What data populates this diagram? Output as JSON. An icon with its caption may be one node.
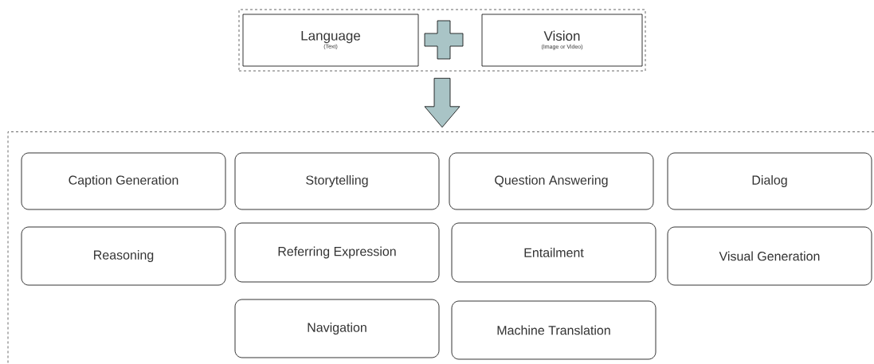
{
  "diagram": {
    "nodes": [
      {
        "text": [],
        "shape": "box"
      },
      {
        "text": [
          "Language",
          "(Text)"
        ],
        "in": 0
      },
      {
        "text": [
          "Vision",
          "(Image or Video)"
        ],
        "in": 0
      },
      {
        "text": [],
        "shape": "box"
      },
      {
        "text": [
          "Caption Generation"
        ],
        "in": 3
      },
      {
        "text": [
          "Storytelling"
        ],
        "in": 3
      },
      {
        "text": [
          "Question Answering"
        ],
        "in": 3
      },
      {
        "text": [
          "Dialog"
        ],
        "in": 3
      },
      {
        "text": [
          "Reasoning"
        ],
        "in": 3
      },
      {
        "text": [
          "Referring Expression"
        ],
        "in": 3
      },
      {
        "text": [
          "Entailment"
        ],
        "in": 3
      },
      {
        "text": [
          "Visual Generation"
        ],
        "in": 3
      },
      {
        "text": [
          "Navigation"
        ],
        "in": 3
      },
      {
        "text": [
          "Machine Translation"
        ],
        "in": 3
      }
    ],
    "edges": [
      {
        "from": 0,
        "to": 3,
        "arrow": "to"
      }
    ]
  }
}
